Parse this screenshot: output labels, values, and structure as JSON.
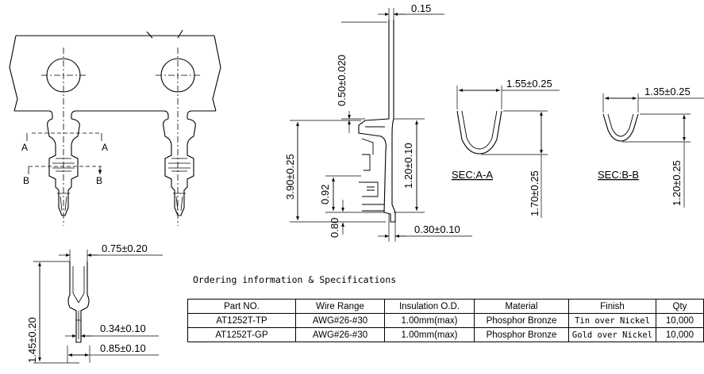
{
  "dimensions": {
    "thickness": "0.15",
    "d050": "0.50±0.020",
    "d390": "3.90±0.25",
    "d120": "1.20±0.10",
    "d092": "0.92",
    "d080": "0.80",
    "d030": "0.30±0.10",
    "d155": "1.55±0.25",
    "d170": "1.70±0.25",
    "d135": "1.35±0.25",
    "d120b": "1.20±0.25",
    "d075": "0.75±0.20",
    "d034": "0.34±0.10",
    "d085": "0.85±0.10",
    "d145": "1.45±0.20"
  },
  "section_labels": {
    "a": "SEC:A-A",
    "b": "SEC:B-B"
  },
  "cut_labels": {
    "a": "A",
    "b": "B"
  },
  "ordering": {
    "title": "Ordering information & Specifications",
    "headers": [
      "Part NO.",
      "Wire Range",
      "Insulation O.D.",
      "Material",
      "Finish",
      "Qty"
    ],
    "rows": [
      [
        "AT1252T-TP",
        "AWG#26-#30",
        "1.00mm(max)",
        "Phosphor Bronze",
        "Tin over Nickel",
        "10,000"
      ],
      [
        "AT1252T-GP",
        "AWG#26-#30",
        "1.00mm(max)",
        "Phosphor Bronze",
        "Gold over Nickel",
        "10,000"
      ]
    ]
  }
}
